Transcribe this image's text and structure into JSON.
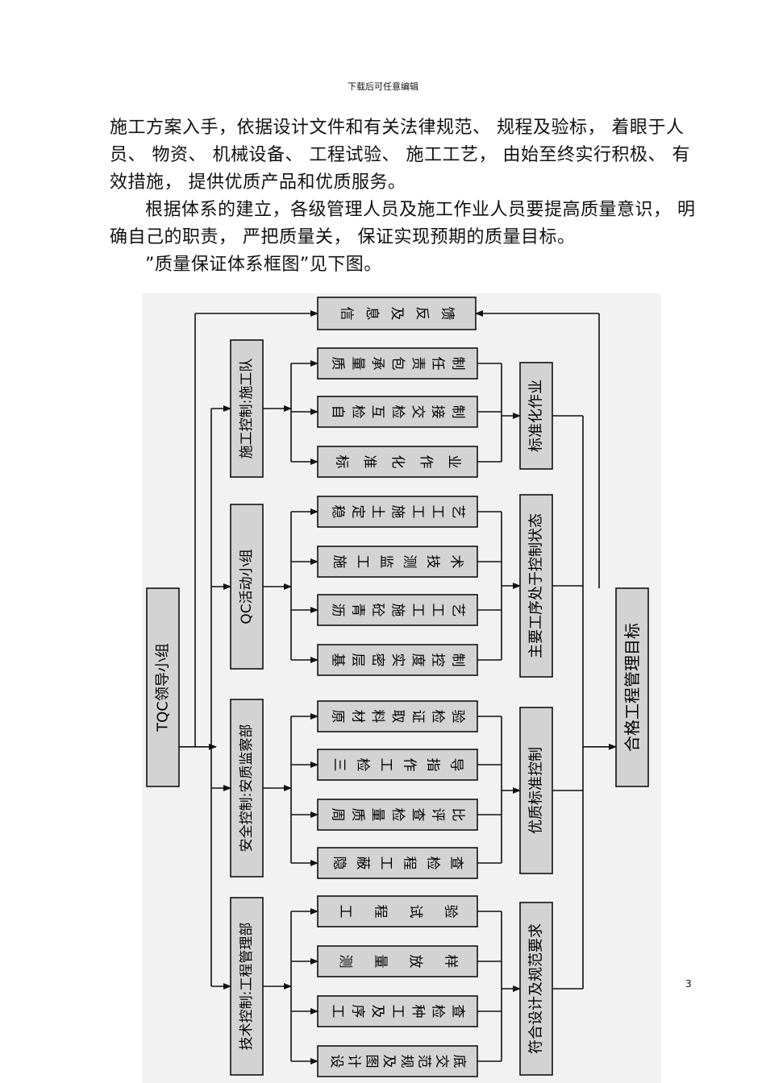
{
  "header": {
    "text": "下载后可任意编辑"
  },
  "paragraphs": [
    "施工方案入手，依据设计文件和有关法律规范、 规程及验标， 着眼于人员、 物资、 机械设备、 工程试验、 施工工艺， 由始至终实行积极、 有效措施， 提供优质产品和优质服务。",
    "根据体系的建立，各级管理人员及施工作业人员要提高质量意识， 明确自己的职责， 严把质量关， 保证实现预期的质量目标。",
    "”质量保证体系框图”见下图。"
  ],
  "page_number": "3",
  "diagram": {
    "leader": "TQC领导小组",
    "target": "合格工程管理目标",
    "feedback": "信息及反馈",
    "groups": [
      {
        "label": "施工控制:施工队",
        "items": [
          "质量承包责任制",
          "自检互检交接制",
          "标准化作业"
        ],
        "result": "标准化作业"
      },
      {
        "label": "QC活动小组",
        "items": [
          "稳定土施工工艺",
          "施工监测技术",
          "沥青砼施工工艺",
          "基层密实度控制"
        ],
        "result": "主要工序处于控制状态"
      },
      {
        "label": "安全控制:安质监察部",
        "items": [
          "原材料取证检验",
          "三检工作指导",
          "周质量检查评比",
          "隐蔽工程检查"
        ],
        "result": "优质标准控制"
      },
      {
        "label": "技术控制:工程管理部",
        "items": [
          "工程试验",
          "测量放样",
          "工序及工种检查",
          "设计图及规范交底"
        ],
        "result": "符合设计及规范要求"
      }
    ]
  }
}
